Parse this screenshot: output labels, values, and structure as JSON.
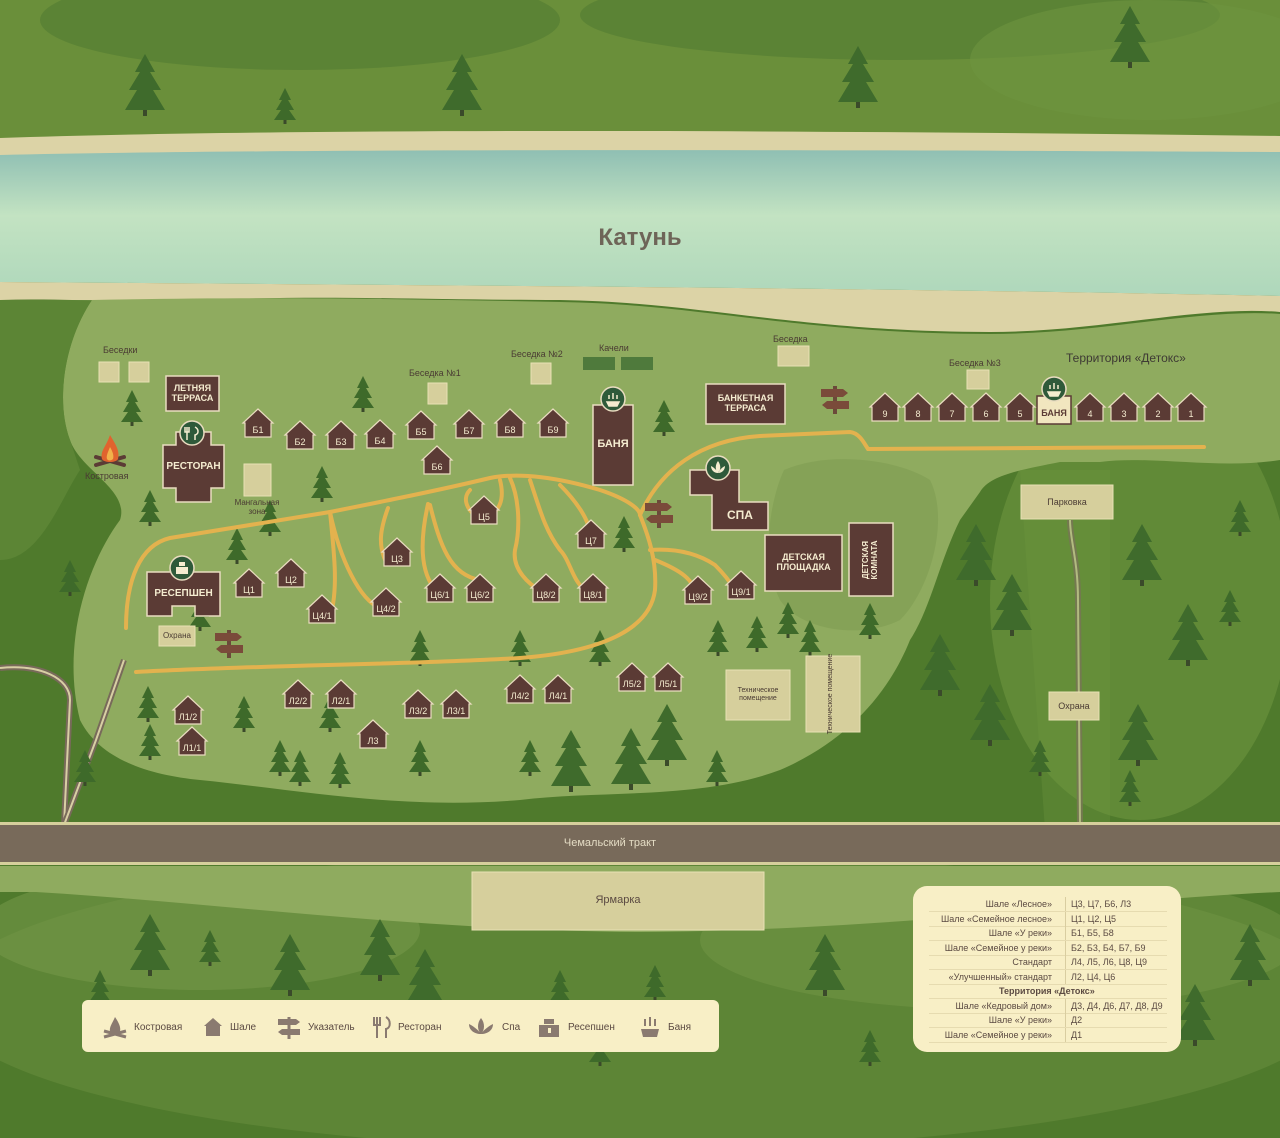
{
  "river": "Катунь",
  "road": "Чемальский тракт",
  "fair": "Ярмарка",
  "detox_title": "Территория «Детокс»",
  "labels": {
    "gazebos": "Беседки",
    "gazebo1": "Беседка №1",
    "gazebo2": "Беседка №2",
    "gazebo3": "Беседка №3",
    "gazebo": "Беседка",
    "swings": "Качели",
    "bonfire": "Костровая",
    "bbq": "Мангальная зона",
    "security": "Охрана",
    "parking": "Парковка",
    "security2": "Охрана",
    "tech1": "Техническое помещение",
    "tech2": "Техническое помещение"
  },
  "buildings": {
    "summer_terrace": "ЛЕТНЯЯ ТЕРРАСА",
    "restaurant": "РЕСТОРАН",
    "reception": "РЕСЕПШЕН",
    "banya_main": "БАНЯ",
    "banquet": "БАНКЕТНАЯ ТЕРРАСА",
    "spa": "СПА",
    "playground": "ДЕТСКАЯ ПЛОЩАДКА",
    "kids_room": "ДЕТСКАЯ КОМНАТА",
    "banya_detox": "БАНЯ"
  },
  "chalets": {
    "b1": "Б1",
    "b2": "Б2",
    "b3": "Б3",
    "b4": "Б4",
    "b5": "Б5",
    "b6": "Б6",
    "b7": "Б7",
    "b8": "Б8",
    "b9": "Б9",
    "c1": "Ц1",
    "c2": "Ц2",
    "c3": "Ц3",
    "c41": "Ц4/1",
    "c42": "Ц4/2",
    "c5": "Ц5",
    "c61": "Ц6/1",
    "c62": "Ц6/2",
    "c7": "Ц7",
    "c82": "Ц8/2",
    "c81": "Ц8/1",
    "c92": "Ц9/2",
    "c91": "Ц9/1",
    "l12": "Л1/2",
    "l11": "Л1/1",
    "l22": "Л2/2",
    "l21": "Л2/1",
    "l3": "Л3",
    "l32": "Л3/2",
    "l31": "Л3/1",
    "l42": "Л4/2",
    "l41": "Л4/1",
    "l52": "Л5/2",
    "l51": "Л5/1",
    "d9": "9",
    "d8": "8",
    "d7": "7",
    "d6": "6",
    "d5": "5",
    "d4": "4",
    "d3": "3",
    "d2": "2",
    "d1": "1"
  },
  "legend": [
    {
      "icon": "bonfire-icon",
      "label": "Костровая"
    },
    {
      "icon": "house-icon",
      "label": "Шале"
    },
    {
      "icon": "signpost-icon",
      "label": "Указатель"
    },
    {
      "icon": "restaurant-icon",
      "label": "Ресторан"
    },
    {
      "icon": "spa-icon",
      "label": "Спа"
    },
    {
      "icon": "reception-icon",
      "label": "Ресепшен"
    },
    {
      "icon": "banya-icon",
      "label": "Баня"
    }
  ],
  "table": [
    {
      "k": "Шале «Лесное»",
      "v": "Ц3, Ц7, Б6, Л3"
    },
    {
      "k": "Шале «Семейное лесное»",
      "v": "Ц1, Ц2, Ц5"
    },
    {
      "k": "Шале «У реки»",
      "v": "Б1, Б5, Б8"
    },
    {
      "k": "Шале «Семейное у реки»",
      "v": "Б2, Б3, Б4, Б7, Б9"
    },
    {
      "k": "Стандарт",
      "v": "Л4, Л5, Л6, Ц8, Ц9"
    },
    {
      "k": "«Улучшенный» стандарт",
      "v": "Л2, Ц4, Ц6"
    },
    {
      "k": "Территория «Детокс»",
      "v": "",
      "head": true
    },
    {
      "k": "Шале «Кедровый дом»",
      "v": "Д3, Д4, Д6, Д7, Д8, Д9"
    },
    {
      "k": "Шале «У реки»",
      "v": "Д2"
    },
    {
      "k": "Шале «Семейное у реки»",
      "v": "Д1"
    }
  ],
  "colors": {
    "forest": "#4f7a2c",
    "meadow": "#8fab5f",
    "river": "#b5d9bf",
    "sand": "#dcd3a6",
    "path": "#e3b24e",
    "building": "#5b3b35",
    "road": "#786a5a",
    "pad": "#d6cf9c"
  }
}
